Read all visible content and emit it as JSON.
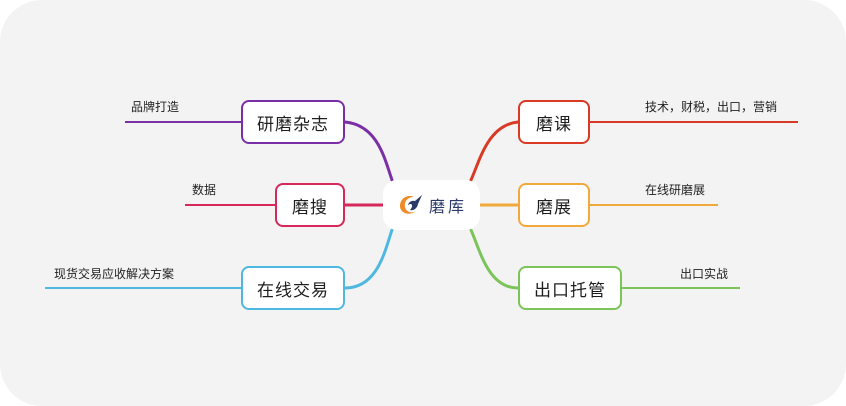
{
  "center": {
    "label": "磨库",
    "logo_icon": "swirl-logo-icon",
    "colors": {
      "orange": "#f08a24",
      "navy": "#2b3a67"
    }
  },
  "branches": [
    {
      "id": "yanmo-zazhi",
      "label": "研磨杂志",
      "color": "#7b2fa6",
      "side": "left",
      "leaf": "品牌打造"
    },
    {
      "id": "mosou",
      "label": "磨搜",
      "color": "#d6285a",
      "side": "left",
      "leaf": "数据"
    },
    {
      "id": "zaixian-jiaoyi",
      "label": "在线交易",
      "color": "#4fb8e0",
      "side": "left",
      "leaf": "现货交易应收解决方案"
    },
    {
      "id": "moke",
      "label": "磨课",
      "color": "#d93a25",
      "side": "right",
      "leaf": "技术，财税，出口，营销"
    },
    {
      "id": "mozhan",
      "label": "磨展",
      "color": "#f2a93b",
      "side": "right",
      "leaf": "在线研磨展"
    },
    {
      "id": "chukou-tuoguan",
      "label": "出口托管",
      "color": "#7cc35a",
      "side": "right",
      "leaf": "出口实战"
    }
  ]
}
